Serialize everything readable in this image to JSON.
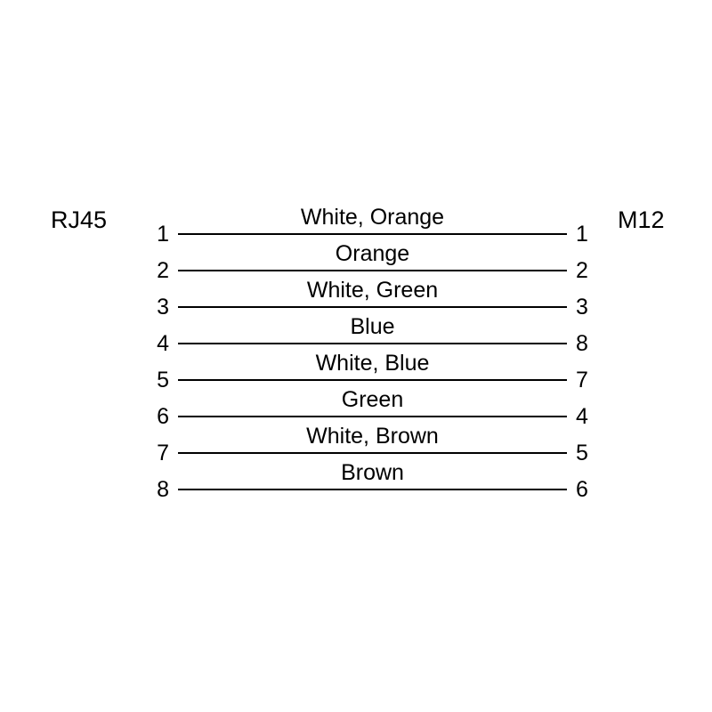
{
  "diagram": {
    "left_connector": "RJ45",
    "right_connector": "M12",
    "line_color": "#000000",
    "background_color": "#ffffff",
    "rows": [
      {
        "left_pin": "1",
        "wire": "White, Orange",
        "right_pin": "1"
      },
      {
        "left_pin": "2",
        "wire": "Orange",
        "right_pin": "2"
      },
      {
        "left_pin": "3",
        "wire": "White, Green",
        "right_pin": "3"
      },
      {
        "left_pin": "4",
        "wire": "Blue",
        "right_pin": "8"
      },
      {
        "left_pin": "5",
        "wire": "White, Blue",
        "right_pin": "7"
      },
      {
        "left_pin": "6",
        "wire": "Green",
        "right_pin": "4"
      },
      {
        "left_pin": "7",
        "wire": "White, Brown",
        "right_pin": "5"
      },
      {
        "left_pin": "8",
        "wire": "Brown",
        "right_pin": "6"
      }
    ]
  }
}
